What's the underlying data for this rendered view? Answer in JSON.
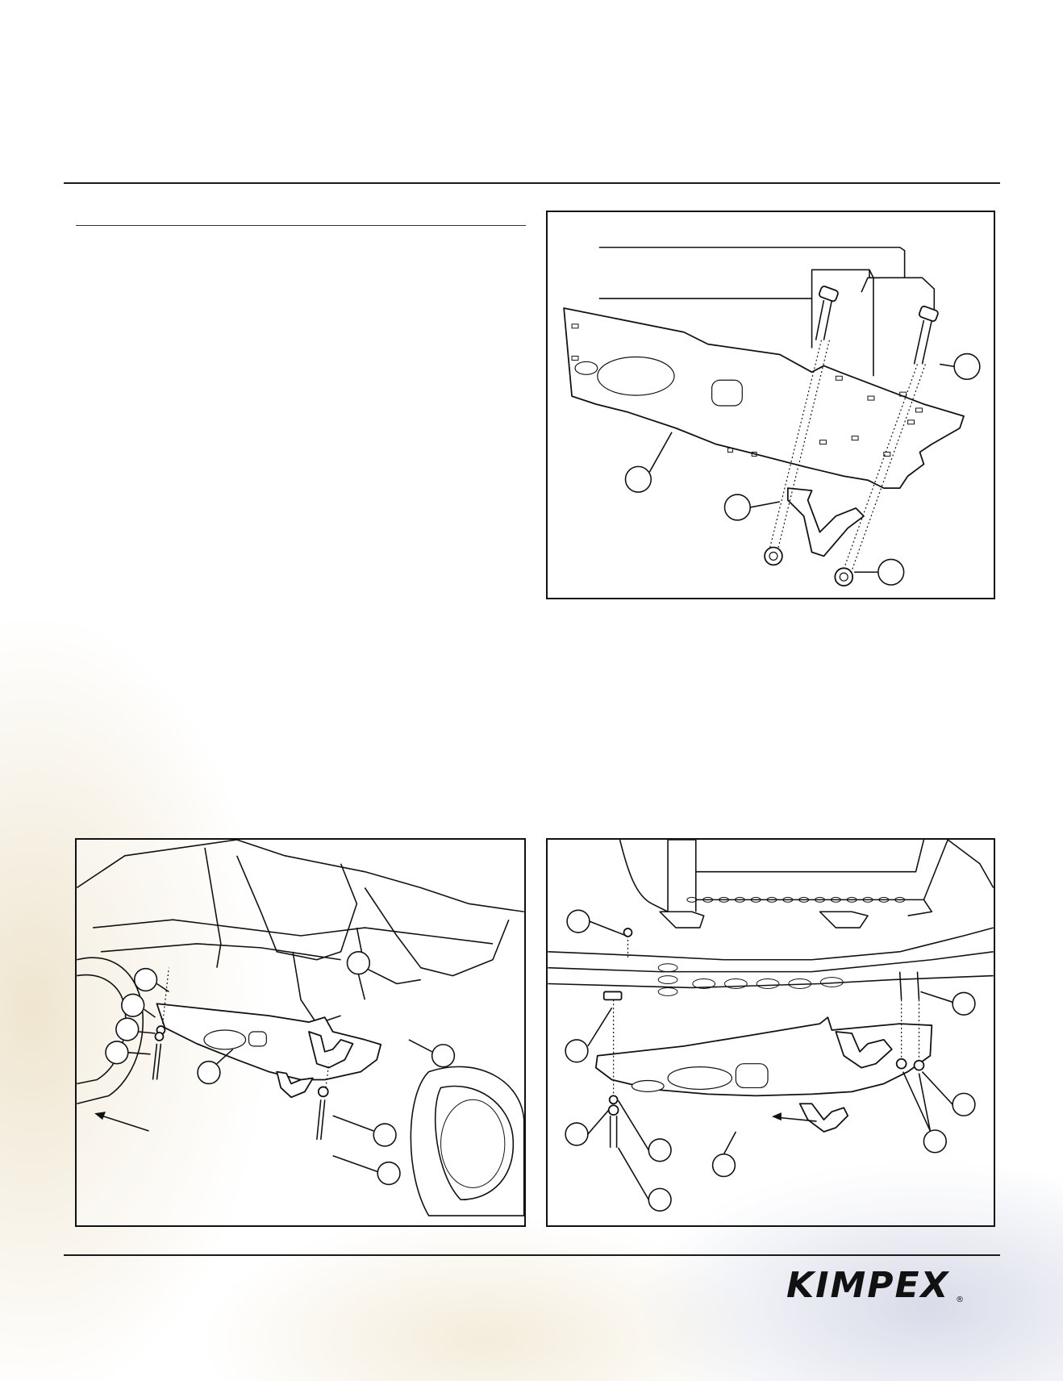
{
  "document": {
    "logo_text": "KIMPEX",
    "logo_mark": "®"
  },
  "figures": [
    {
      "id": "fig-a",
      "icon": "skid-plate-bracket-exploded-view"
    },
    {
      "id": "fig-b",
      "icon": "skid-plate-installation-rear-view"
    },
    {
      "id": "fig-c",
      "icon": "skid-plate-installation-front-view"
    }
  ]
}
